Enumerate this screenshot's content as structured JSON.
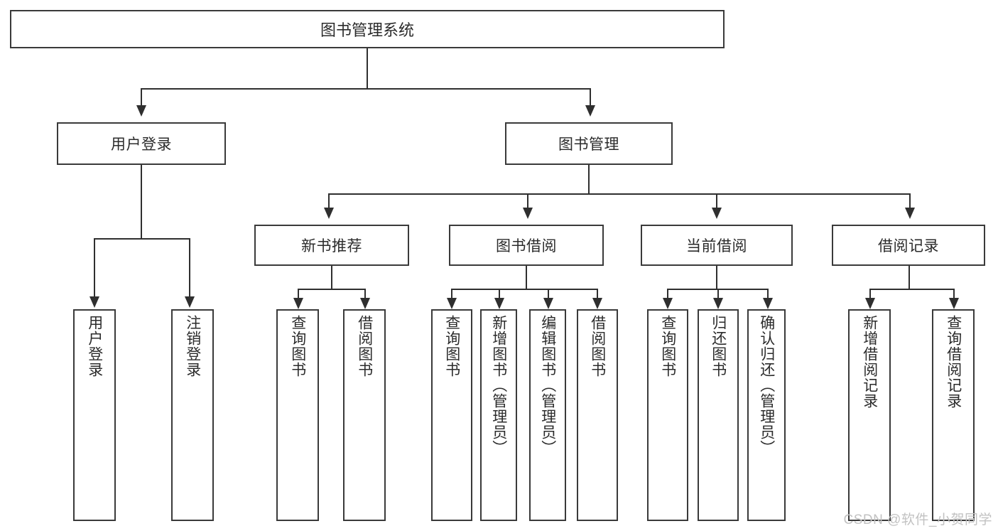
{
  "diagram": {
    "title": "图书管理系统",
    "type": "tree-hierarchy",
    "root": {
      "label": "图书管理系统"
    },
    "level2": [
      {
        "id": "user-login",
        "label": "用户登录"
      },
      {
        "id": "book-management",
        "label": "图书管理"
      }
    ],
    "level3": [
      {
        "id": "new-book-recommend",
        "label": "新书推荐",
        "parent": "book-management"
      },
      {
        "id": "book-borrow",
        "label": "图书借阅",
        "parent": "book-management"
      },
      {
        "id": "current-borrow",
        "label": "当前借阅",
        "parent": "book-management"
      },
      {
        "id": "borrow-record",
        "label": "借阅记录",
        "parent": "book-management"
      }
    ],
    "leaves": {
      "user_login": [
        {
          "id": "leaf-user-login",
          "label": "用户登录"
        },
        {
          "id": "leaf-logout-login",
          "label": "注销登录"
        }
      ],
      "new_book_recommend": [
        {
          "id": "leaf-query-book-1",
          "label": "查询图书"
        },
        {
          "id": "leaf-borrow-book-1",
          "label": "借阅图书"
        }
      ],
      "book_borrow": [
        {
          "id": "leaf-query-book-2",
          "label": "查询图书"
        },
        {
          "id": "leaf-add-book",
          "label": "新增图书（管理员）"
        },
        {
          "id": "leaf-edit-book",
          "label": "编辑图书（管理员）"
        },
        {
          "id": "leaf-borrow-book-2",
          "label": "借阅图书"
        }
      ],
      "current_borrow": [
        {
          "id": "leaf-query-book-3",
          "label": "查询图书"
        },
        {
          "id": "leaf-return-book",
          "label": "归还图书"
        },
        {
          "id": "leaf-confirm-return",
          "label": "确认归还（管理员）"
        }
      ],
      "borrow_record": [
        {
          "id": "leaf-add-borrow-record",
          "label": "新增借阅记录"
        },
        {
          "id": "leaf-query-borrow-record",
          "label": "查询借阅记录"
        }
      ]
    }
  },
  "watermark": {
    "text": "CSDN @软件_小贺同学"
  },
  "colors": {
    "box_border": "#3a3a3a",
    "connector": "#2f2f2f",
    "text": "#2b2b2b",
    "background": "#ffffff",
    "watermark": "#c2c2c2"
  }
}
